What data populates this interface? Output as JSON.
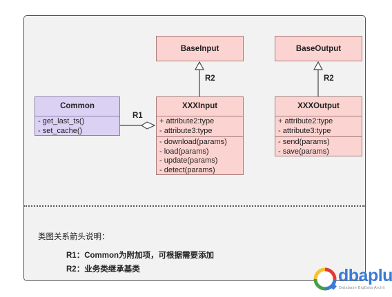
{
  "classes": {
    "base_input": {
      "name": "BaseInput"
    },
    "base_output": {
      "name": "BaseOutput"
    },
    "common": {
      "name": "Common",
      "methods": [
        "- get_last_ts()",
        "- set_cache()"
      ]
    },
    "xxx_input": {
      "name": "XXXInput",
      "attributes": [
        "+ attribute2:type",
        "- attribute3:type"
      ],
      "methods": [
        "- download(params)",
        "- load(params)",
        "- update(params)",
        "- detect(params)"
      ]
    },
    "xxx_output": {
      "name": "XXXOutput",
      "attributes": [
        "+ attribute2:type",
        "- attribute3:type"
      ],
      "methods": [
        "- send(params)",
        "- save(params)"
      ]
    }
  },
  "relations": {
    "r1": "R1",
    "r2_input": "R2",
    "r2_output": "R2"
  },
  "legend": {
    "heading": "类图关系箭头说明：",
    "items": [
      "R1：Common为附加项，可根据需要添加",
      "R2：业务类继承基类"
    ]
  },
  "logo": {
    "text": "dbaplus",
    "subtext": "Database  BigData  Archit"
  },
  "colors": {
    "class_fill": "#fbd3d0",
    "common_fill": "#dbd1f3",
    "logo_blue": "#3a7bd5"
  }
}
